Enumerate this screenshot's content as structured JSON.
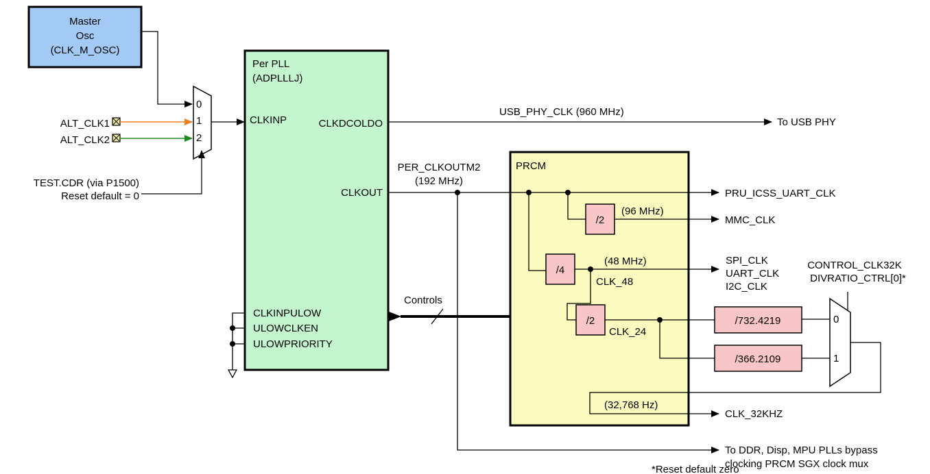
{
  "colors": {
    "master_osc_fill": "#a3c9f5",
    "pll_fill": "#c3f5ce",
    "prcm_fill": "#fbfbc0",
    "divider_fill": "#f8c6c6",
    "alt_clk1_line": "#f07f21",
    "alt_clk2_line": "#1e8a1e"
  },
  "master_osc": {
    "line1": "Master",
    "line2": "Osc",
    "line3": "(CLK_M_OSC)"
  },
  "inputs": {
    "alt_clk1": "ALT_CLK1",
    "alt_clk2": "ALT_CLK2",
    "test_cdr": "TEST.CDR (via P1500)",
    "reset_default": "Reset default = 0"
  },
  "input_mux": {
    "in0": "0",
    "in1": "1",
    "in2": "2"
  },
  "pll": {
    "title1": "Per PLL",
    "title2": "(ADPLLLJ)",
    "clkinp": "CLKINP",
    "clkdcoldo": "CLKDCOLDO",
    "clkout": "CLKOUT",
    "clkinpulow": "CLKINPULOW",
    "ulowclken": "ULOWCLKEN",
    "ulowpriority": "ULOWPRIORITY"
  },
  "signals": {
    "usb_phy_clk": "USB_PHY_CLK (960 MHz)",
    "to_usb_phy": "To USB PHY",
    "per_clkoutm2": "PER_CLKOUTM2",
    "per_freq": "(192 MHz)",
    "controls": "Controls"
  },
  "prcm": {
    "title": "PRCM",
    "div2_a": "/2",
    "freq_96": "(96 MHz)",
    "div4": "/4",
    "freq_48": "(48 MHz)",
    "clk_48": "CLK_48",
    "div2_b": "/2",
    "clk_24": "CLK_24",
    "div_732": "/732.4219",
    "div_366": "/366.2109",
    "freq_32k": "(32,768 Hz)"
  },
  "outputs": {
    "pru_icss_uart_clk": "PRU_ICSS_UART_CLK",
    "mmc_clk": "MMC_CLK",
    "spi_clk": "SPI_CLK",
    "uart_clk": "UART_CLK",
    "i2c_clk": "I2C_CLK",
    "clk_32khz": "CLK_32KHZ",
    "to_ddr_line1": "To DDR, Disp, MPU PLLs bypass",
    "to_ddr_line2": "clocking PRCM SGX clock mux"
  },
  "clk32_mux": {
    "control_line1": "CONTROL_CLK32K",
    "control_line2": "DIVRATIO_CTRL[0]*",
    "in0": "0",
    "in1": "1"
  },
  "footnote": "*Reset default zero"
}
